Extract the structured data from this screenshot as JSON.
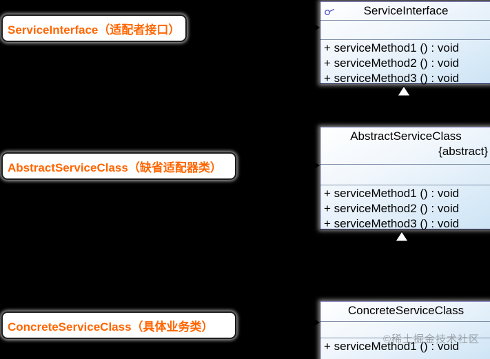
{
  "diagram": {
    "background": "#000000",
    "watermark": "©稀土掘金技术社区",
    "labels": [
      {
        "text": "ServiceInterface（适配者接口）"
      },
      {
        "text": "AbstractServiceClass（缺省适配器类）"
      },
      {
        "text": "ConcreteServiceClass（具体业务类）"
      }
    ],
    "classes": [
      {
        "name": "ServiceInterface",
        "abstract_tag": "",
        "has_interface_icon": true,
        "attributes": [],
        "methods": [
          "+ serviceMethod1 () : void",
          "+ serviceMethod2 () : void",
          "+ serviceMethod3 () : void"
        ]
      },
      {
        "name": "AbstractServiceClass",
        "abstract_tag": "{abstract}",
        "has_interface_icon": false,
        "attributes": [],
        "methods": [
          "+ serviceMethod1 () : void",
          "+ serviceMethod2 () : void",
          "+ serviceMethod3 () : void"
        ]
      },
      {
        "name": "ConcreteServiceClass",
        "abstract_tag": "",
        "has_interface_icon": false,
        "attributes": [],
        "methods": [
          "+ serviceMethod1 () : void"
        ]
      }
    ],
    "relations": [
      {
        "type": "generalization",
        "from": "AbstractServiceClass",
        "to": "ServiceInterface"
      },
      {
        "type": "generalization",
        "from": "ConcreteServiceClass",
        "to": "AbstractServiceClass"
      }
    ],
    "colors": {
      "label_text": "#ff6600",
      "box_fill_top": "#ffffff",
      "box_fill_bottom": "#cde4f5",
      "box_border": "#1a1a4a",
      "compartment_separator": "#7e90a8",
      "interface_icon": "#5b5bc8",
      "watermark_gray": "#7d7d7d"
    }
  }
}
